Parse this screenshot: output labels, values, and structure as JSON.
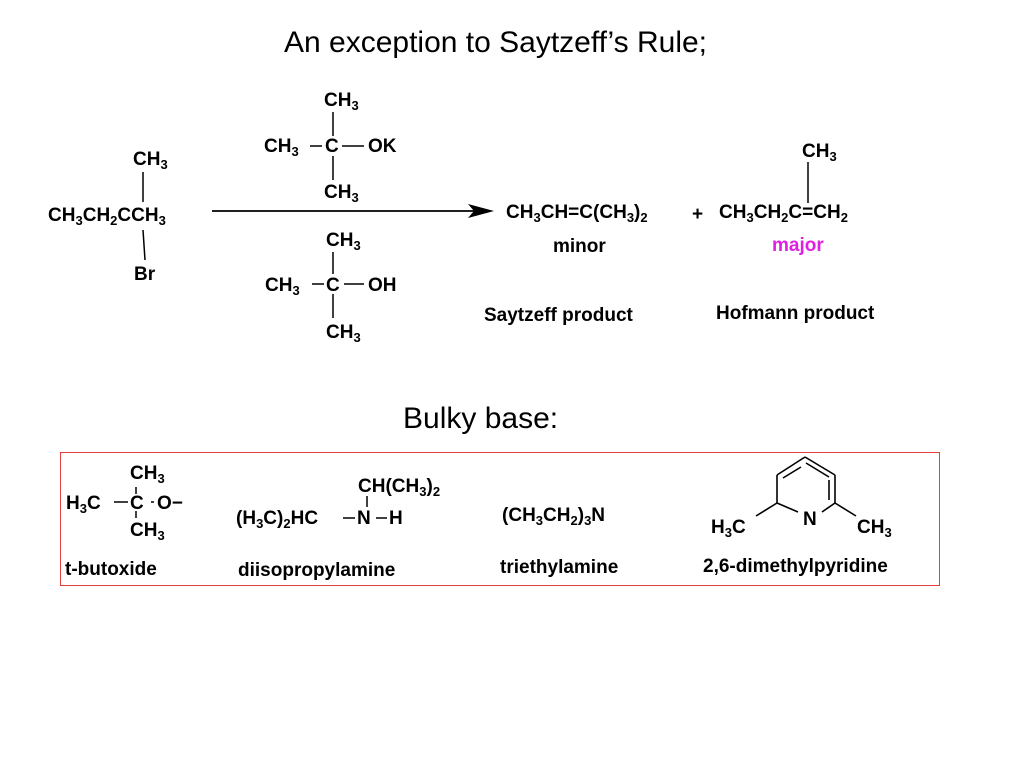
{
  "title": "An exception to Saytzeff’s Rule;",
  "bulky_heading": "Bulky base:",
  "reactant": {
    "top": "CH3",
    "main": "CH3CH2CCH3",
    "bottom": "Br"
  },
  "reagent_tbuok": {
    "top": "CH3",
    "left": "CH3",
    "center": "C",
    "right": "OK",
    "bottom": "CH3"
  },
  "reagent_tbuoh": {
    "top": "CH3",
    "left": "CH3",
    "center": "C",
    "right": "OH",
    "bottom": "CH3"
  },
  "plus": "+",
  "product_saytzeff": {
    "formula": "CH3CH=C(CH3)2",
    "tag": "minor",
    "label": "Saytzeff product"
  },
  "product_hofmann": {
    "top": "CH3",
    "formula": "CH3CH2C=CH2",
    "tag": "major",
    "label": "Hofmann product"
  },
  "bases": {
    "tbutoxide": {
      "top": "CH3",
      "left": "H3C",
      "center": "C",
      "right": "O−",
      "bottom": "CH3",
      "label": "t-butoxide"
    },
    "diisopropylamine": {
      "top": "CH(CH3)2",
      "left": "(H3C)2HC",
      "center": "N",
      "right": "H",
      "label": "diisopropylamine"
    },
    "triethylamine": {
      "formula": "(CH3CH2)3N",
      "label": "triethylamine"
    },
    "dimethylpyridine": {
      "left": "H3C",
      "center": "N",
      "right": "CH3",
      "label": "2,6-dimethylpyridine"
    }
  },
  "colors": {
    "major_tag": "#e020e0",
    "box_border": "#e04040"
  }
}
